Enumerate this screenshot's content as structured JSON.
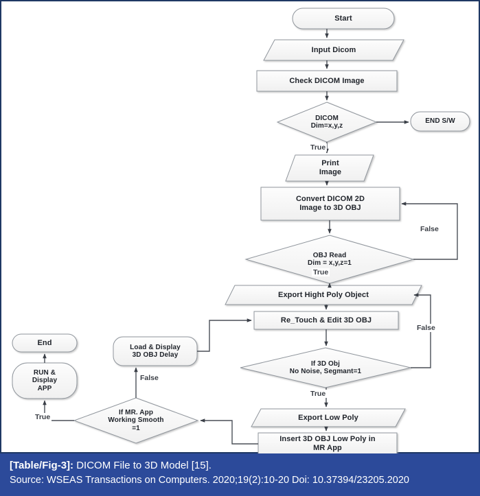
{
  "figure": {
    "border_color": "#1f3864",
    "background": "#ffffff",
    "node_fill": "#f7f7f7",
    "node_stroke": "#9aa0a6",
    "connector_color": "#4a4f57"
  },
  "caption": {
    "band_color": "#2c4a9a",
    "tag": "[Table/Fig-3]:",
    "title": " DICOM File to 3D Model [15].",
    "source": "Source: WSEAS Transactions on Computers. 2020;19(2):10-20 Doi: 10.37394/23205.2020"
  },
  "chart_data": {
    "type": "diagram",
    "diagram_kind": "flowchart",
    "title": "DICOM File to 3D Model",
    "nodes": [
      {
        "id": "start",
        "shape": "terminator",
        "label": "Start"
      },
      {
        "id": "input_dicom",
        "shape": "parallelogram",
        "label": "Input Dicom"
      },
      {
        "id": "check_dicom",
        "shape": "process",
        "label": "Check DICOM Image"
      },
      {
        "id": "dicom_dim",
        "shape": "decision",
        "label": "DICOM\nDim=x,y,z"
      },
      {
        "id": "end_sw",
        "shape": "terminator",
        "label": "END S/W"
      },
      {
        "id": "print_image",
        "shape": "parallelogram",
        "label": "Print\nImage"
      },
      {
        "id": "convert",
        "shape": "process",
        "label": "Convert DICOM 2D\nImage to 3D OBJ"
      },
      {
        "id": "obj_read",
        "shape": "decision",
        "label": "OBJ Read\nDim = x,y,z=1"
      },
      {
        "id": "export_high",
        "shape": "parallelogram",
        "label": "Export Hight Poly Object"
      },
      {
        "id": "retouch",
        "shape": "process",
        "label": "Re_Touch & Edit 3D OBJ"
      },
      {
        "id": "obj_check",
        "shape": "decision",
        "label": "If 3D Obj\nNo Noise, Segmant=1"
      },
      {
        "id": "export_low",
        "shape": "parallelogram",
        "label": "Export Low Poly"
      },
      {
        "id": "insert_obj",
        "shape": "process",
        "label": "Insert 3D OBJ Low Poly in\nMR App"
      },
      {
        "id": "mr_smooth",
        "shape": "decision",
        "label": "If MR. App\nWorking Smooth\n=1"
      },
      {
        "id": "load_display",
        "shape": "terminator",
        "label": "Load & Display\n3D OBJ Delay"
      },
      {
        "id": "run_display",
        "shape": "terminator",
        "label": "RUN &\nDisplay\nAPP"
      },
      {
        "id": "end",
        "shape": "terminator",
        "label": "End"
      }
    ],
    "edges": [
      {
        "from": "start",
        "to": "input_dicom",
        "label": ""
      },
      {
        "from": "input_dicom",
        "to": "check_dicom",
        "label": ""
      },
      {
        "from": "check_dicom",
        "to": "dicom_dim",
        "label": ""
      },
      {
        "from": "dicom_dim",
        "to": "end_sw",
        "label": ""
      },
      {
        "from": "dicom_dim",
        "to": "print_image",
        "label": "True"
      },
      {
        "from": "print_image",
        "to": "convert",
        "label": ""
      },
      {
        "from": "convert",
        "to": "obj_read",
        "label": ""
      },
      {
        "from": "obj_read",
        "to": "convert",
        "label": "False"
      },
      {
        "from": "obj_read",
        "to": "export_high",
        "label": "True"
      },
      {
        "from": "export_high",
        "to": "retouch",
        "label": ""
      },
      {
        "from": "retouch",
        "to": "obj_check",
        "label": ""
      },
      {
        "from": "obj_check",
        "to": "export_high",
        "label": "False"
      },
      {
        "from": "obj_check",
        "to": "export_low",
        "label": "True"
      },
      {
        "from": "export_low",
        "to": "insert_obj",
        "label": ""
      },
      {
        "from": "insert_obj",
        "to": "mr_smooth",
        "label": ""
      },
      {
        "from": "mr_smooth",
        "to": "load_display",
        "label": "False"
      },
      {
        "from": "load_display",
        "to": "retouch",
        "label": ""
      },
      {
        "from": "mr_smooth",
        "to": "run_display",
        "label": "True"
      },
      {
        "from": "run_display",
        "to": "end",
        "label": ""
      }
    ],
    "edge_labels": {
      "dicom_true": "True",
      "obj_read_false": "False",
      "obj_read_true": "True",
      "obj_check_false": "False",
      "obj_check_true": "True",
      "mr_false": "False",
      "mr_true": "True"
    }
  }
}
